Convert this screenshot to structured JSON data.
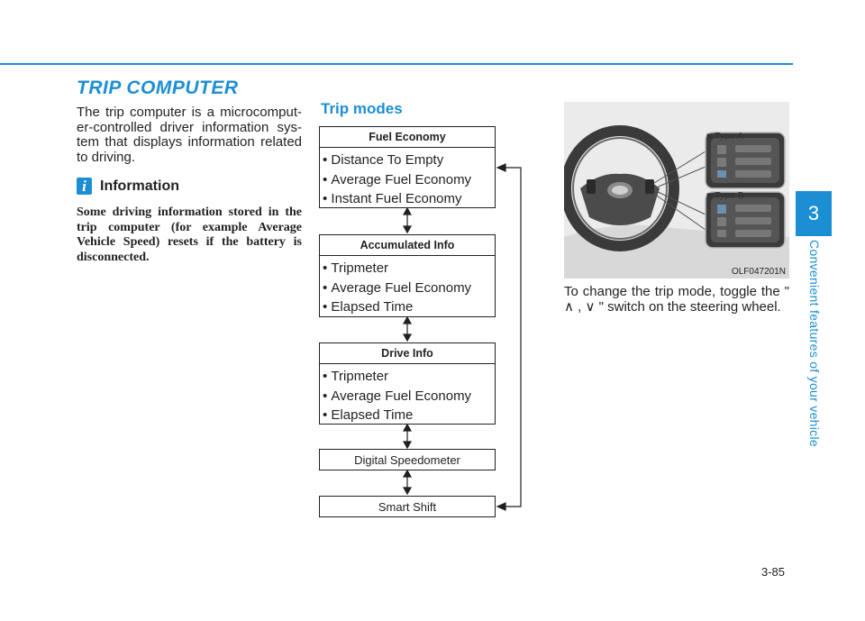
{
  "header": {
    "chapter_number": "3",
    "chapter_title": "Convenient features of your vehicle"
  },
  "section": {
    "title": "TRIP COMPUTER",
    "intro": "The trip computer is a microcomput-er-controlled driver information sys-tem that displays information related to driving."
  },
  "info": {
    "icon": "i",
    "title": "Information",
    "body": "Some driving information stored in the trip computer (for example Average Vehicle Speed) resets if the battery is disconnected."
  },
  "trip_modes": {
    "title": "Trip modes",
    "boxes": [
      {
        "title": "Fuel Economy",
        "items": [
          "Distance To Empty",
          "Average Fuel Economy",
          "Instant Fuel Economy"
        ]
      },
      {
        "title": "Accumulated Info",
        "items": [
          "Tripmeter",
          "Average Fuel Economy",
          "Elapsed Time"
        ]
      },
      {
        "title": "Drive Info",
        "items": [
          "Tripmeter",
          "Average Fuel Economy",
          "Elapsed Time"
        ]
      }
    ],
    "digital_speedometer": "Digital Speedometer",
    "smart_shift": "Smart Shift"
  },
  "figure": {
    "code": "OLF047201N",
    "label_a": "Type A",
    "label_b": "Type B",
    "caption": "To change the trip mode, toggle the \" ∧ , ∨ \" switch on the steering wheel."
  },
  "page_number": "3-85",
  "colors": {
    "accent": "#1c8fd4",
    "text": "#231f20"
  }
}
